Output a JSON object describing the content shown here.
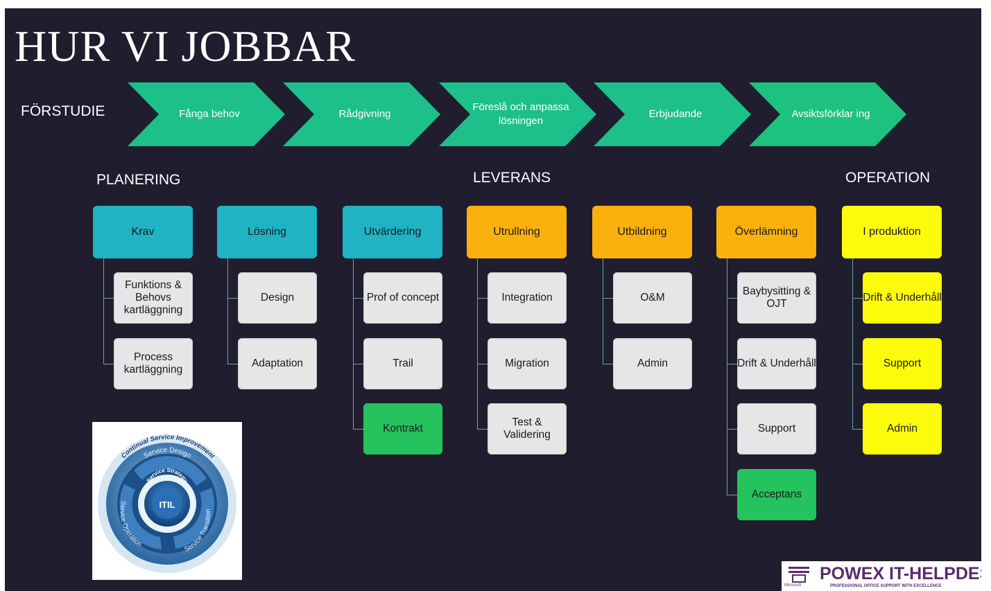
{
  "title": "HUR VI JOBBAR",
  "stages": {
    "forstudie": "FÖRSTUDIE",
    "planering": "PLANERING",
    "leverans": "LEVERANS",
    "operation": "OPERATION"
  },
  "chevrons": [
    {
      "label": "Fånga behov"
    },
    {
      "label": "Rådgivning"
    },
    {
      "label": "Föreslå och anpassa lösningen"
    },
    {
      "label": "Erbjudande"
    },
    {
      "label": "Avsiktsförklar ing"
    }
  ],
  "columns": [
    {
      "head": "Krav",
      "color": "teal",
      "items": [
        {
          "label": "Funktions & Behovs kartläggning",
          "color": "grey"
        },
        {
          "label": "Process kartläggning",
          "color": "grey"
        }
      ]
    },
    {
      "head": "Lösning",
      "color": "teal",
      "items": [
        {
          "label": "Design",
          "color": "grey"
        },
        {
          "label": "Adaptation",
          "color": "grey"
        }
      ]
    },
    {
      "head": "Utvärdering",
      "color": "teal",
      "items": [
        {
          "label": "Prof of concept",
          "color": "grey"
        },
        {
          "label": "Trail",
          "color": "grey"
        },
        {
          "label": "Kontrakt",
          "color": "green"
        }
      ]
    },
    {
      "head": "Utrullning",
      "color": "orange",
      "items": [
        {
          "label": "Integration",
          "color": "grey"
        },
        {
          "label": "Migration",
          "color": "grey"
        },
        {
          "label": "Test & Validering",
          "color": "grey"
        }
      ]
    },
    {
      "head": "Utbildning",
      "color": "orange",
      "items": [
        {
          "label": "O&M",
          "color": "grey"
        },
        {
          "label": "Admin",
          "color": "grey"
        }
      ]
    },
    {
      "head": "Överlämning",
      "color": "orange",
      "items": [
        {
          "label": "Baybysitting & OJT",
          "color": "grey"
        },
        {
          "label": "Drift & Underhåll",
          "color": "grey"
        },
        {
          "label": "Support",
          "color": "grey"
        },
        {
          "label": "Acceptans",
          "color": "green"
        }
      ]
    },
    {
      "head": "I produktion",
      "color": "yellow",
      "items": [
        {
          "label": "Drift & Underhåll",
          "color": "yellow"
        },
        {
          "label": "Support",
          "color": "yellow"
        },
        {
          "label": "Admin",
          "color": "yellow"
        }
      ]
    }
  ],
  "itil": {
    "center": "ITIL",
    "ring_inner": "Service Strategy",
    "ring_design": "Service Design",
    "ring_transition": "Service Transition",
    "ring_operation": "Service Operation",
    "ring_outer": "Continual Service Improvement"
  },
  "logo": {
    "name": "POWEX IT-HELPDESK",
    "tagline": "PROFESSIONAL OFFICE SUPPORT WITH EXCELLENCE",
    "partner": "Microsoft"
  },
  "colors": {
    "background": "#1f1d2e",
    "chevron": "#1dbf8a",
    "teal": "#1fb3c4",
    "orange": "#fbb10d",
    "yellow": "#fcfb0c",
    "green": "#25c35e",
    "grey": "#e6e6e6"
  }
}
